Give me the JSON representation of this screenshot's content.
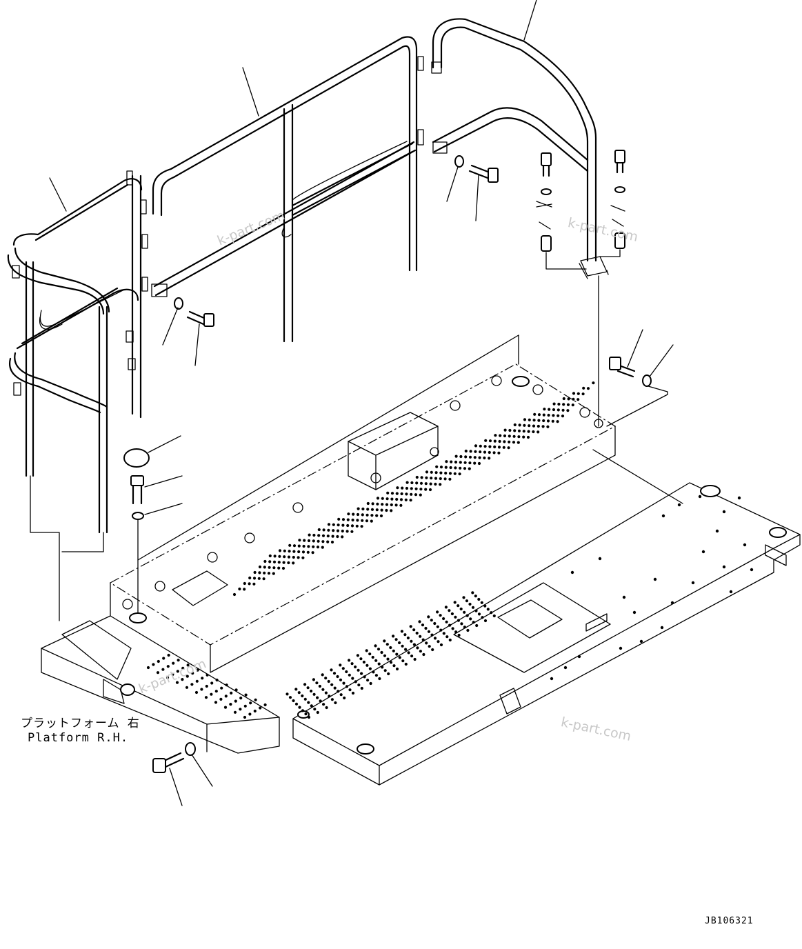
{
  "caption": {
    "jp": "プラットフォーム 右",
    "en": "Platform R.H."
  },
  "drawing_code": "JB106321",
  "watermarks": [
    "k-part.com",
    "k-part.com",
    "k-part.com",
    "k-part.com"
  ]
}
